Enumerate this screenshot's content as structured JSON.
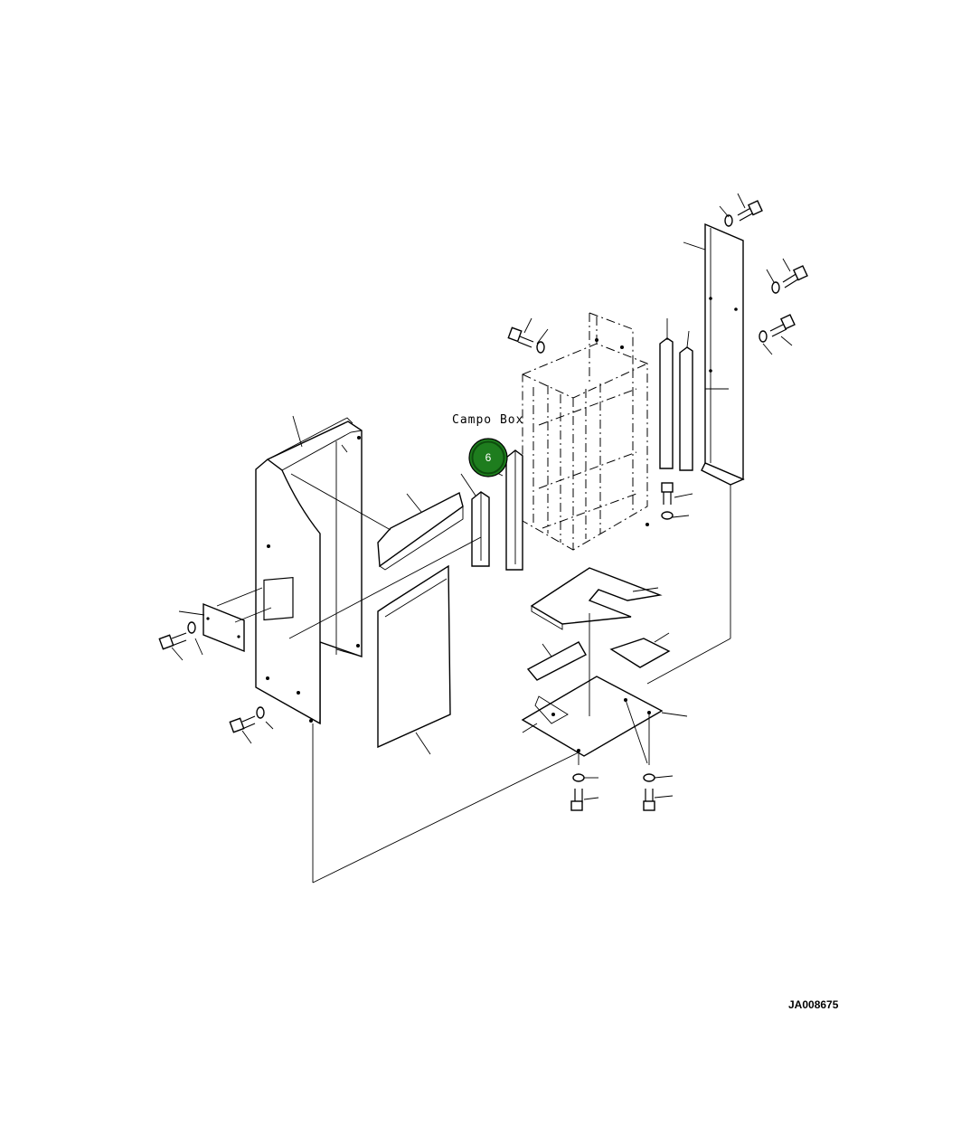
{
  "diagram": {
    "frame_label": "Campo Box",
    "callout": {
      "number": "6",
      "color": "#1e7d1e"
    },
    "drawing_code": "JA008675"
  }
}
